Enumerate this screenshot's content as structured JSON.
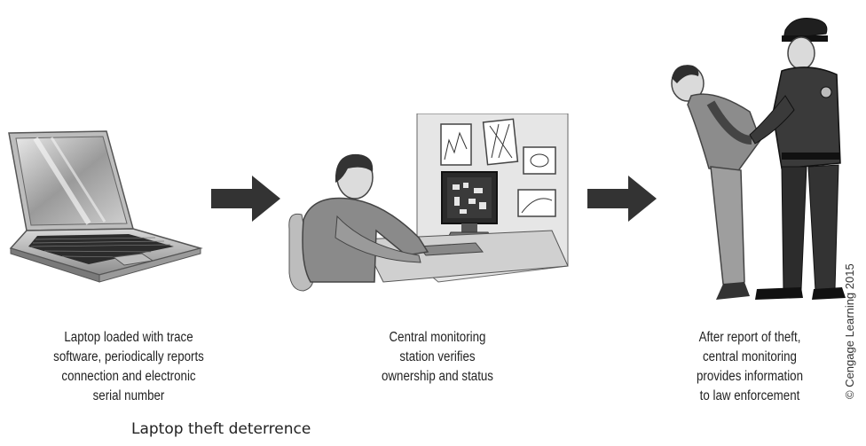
{
  "steps": [
    {
      "icon": "laptop",
      "caption": [
        "Laptop loaded with trace",
        "software, periodically reports",
        "connection and electronic",
        "serial number"
      ]
    },
    {
      "icon": "monitoring-station",
      "caption": [
        "Central monitoring",
        "station verifies",
        "ownership and status"
      ]
    },
    {
      "icon": "police-arrest",
      "caption": [
        "After report of theft,",
        "central monitoring",
        "provides information",
        "to law enforcement"
      ]
    }
  ],
  "arrows": [
    "arrow-right",
    "arrow-right"
  ],
  "figure_title": "Laptop theft deterrence",
  "copyright": "© Cengage Learning 2015"
}
